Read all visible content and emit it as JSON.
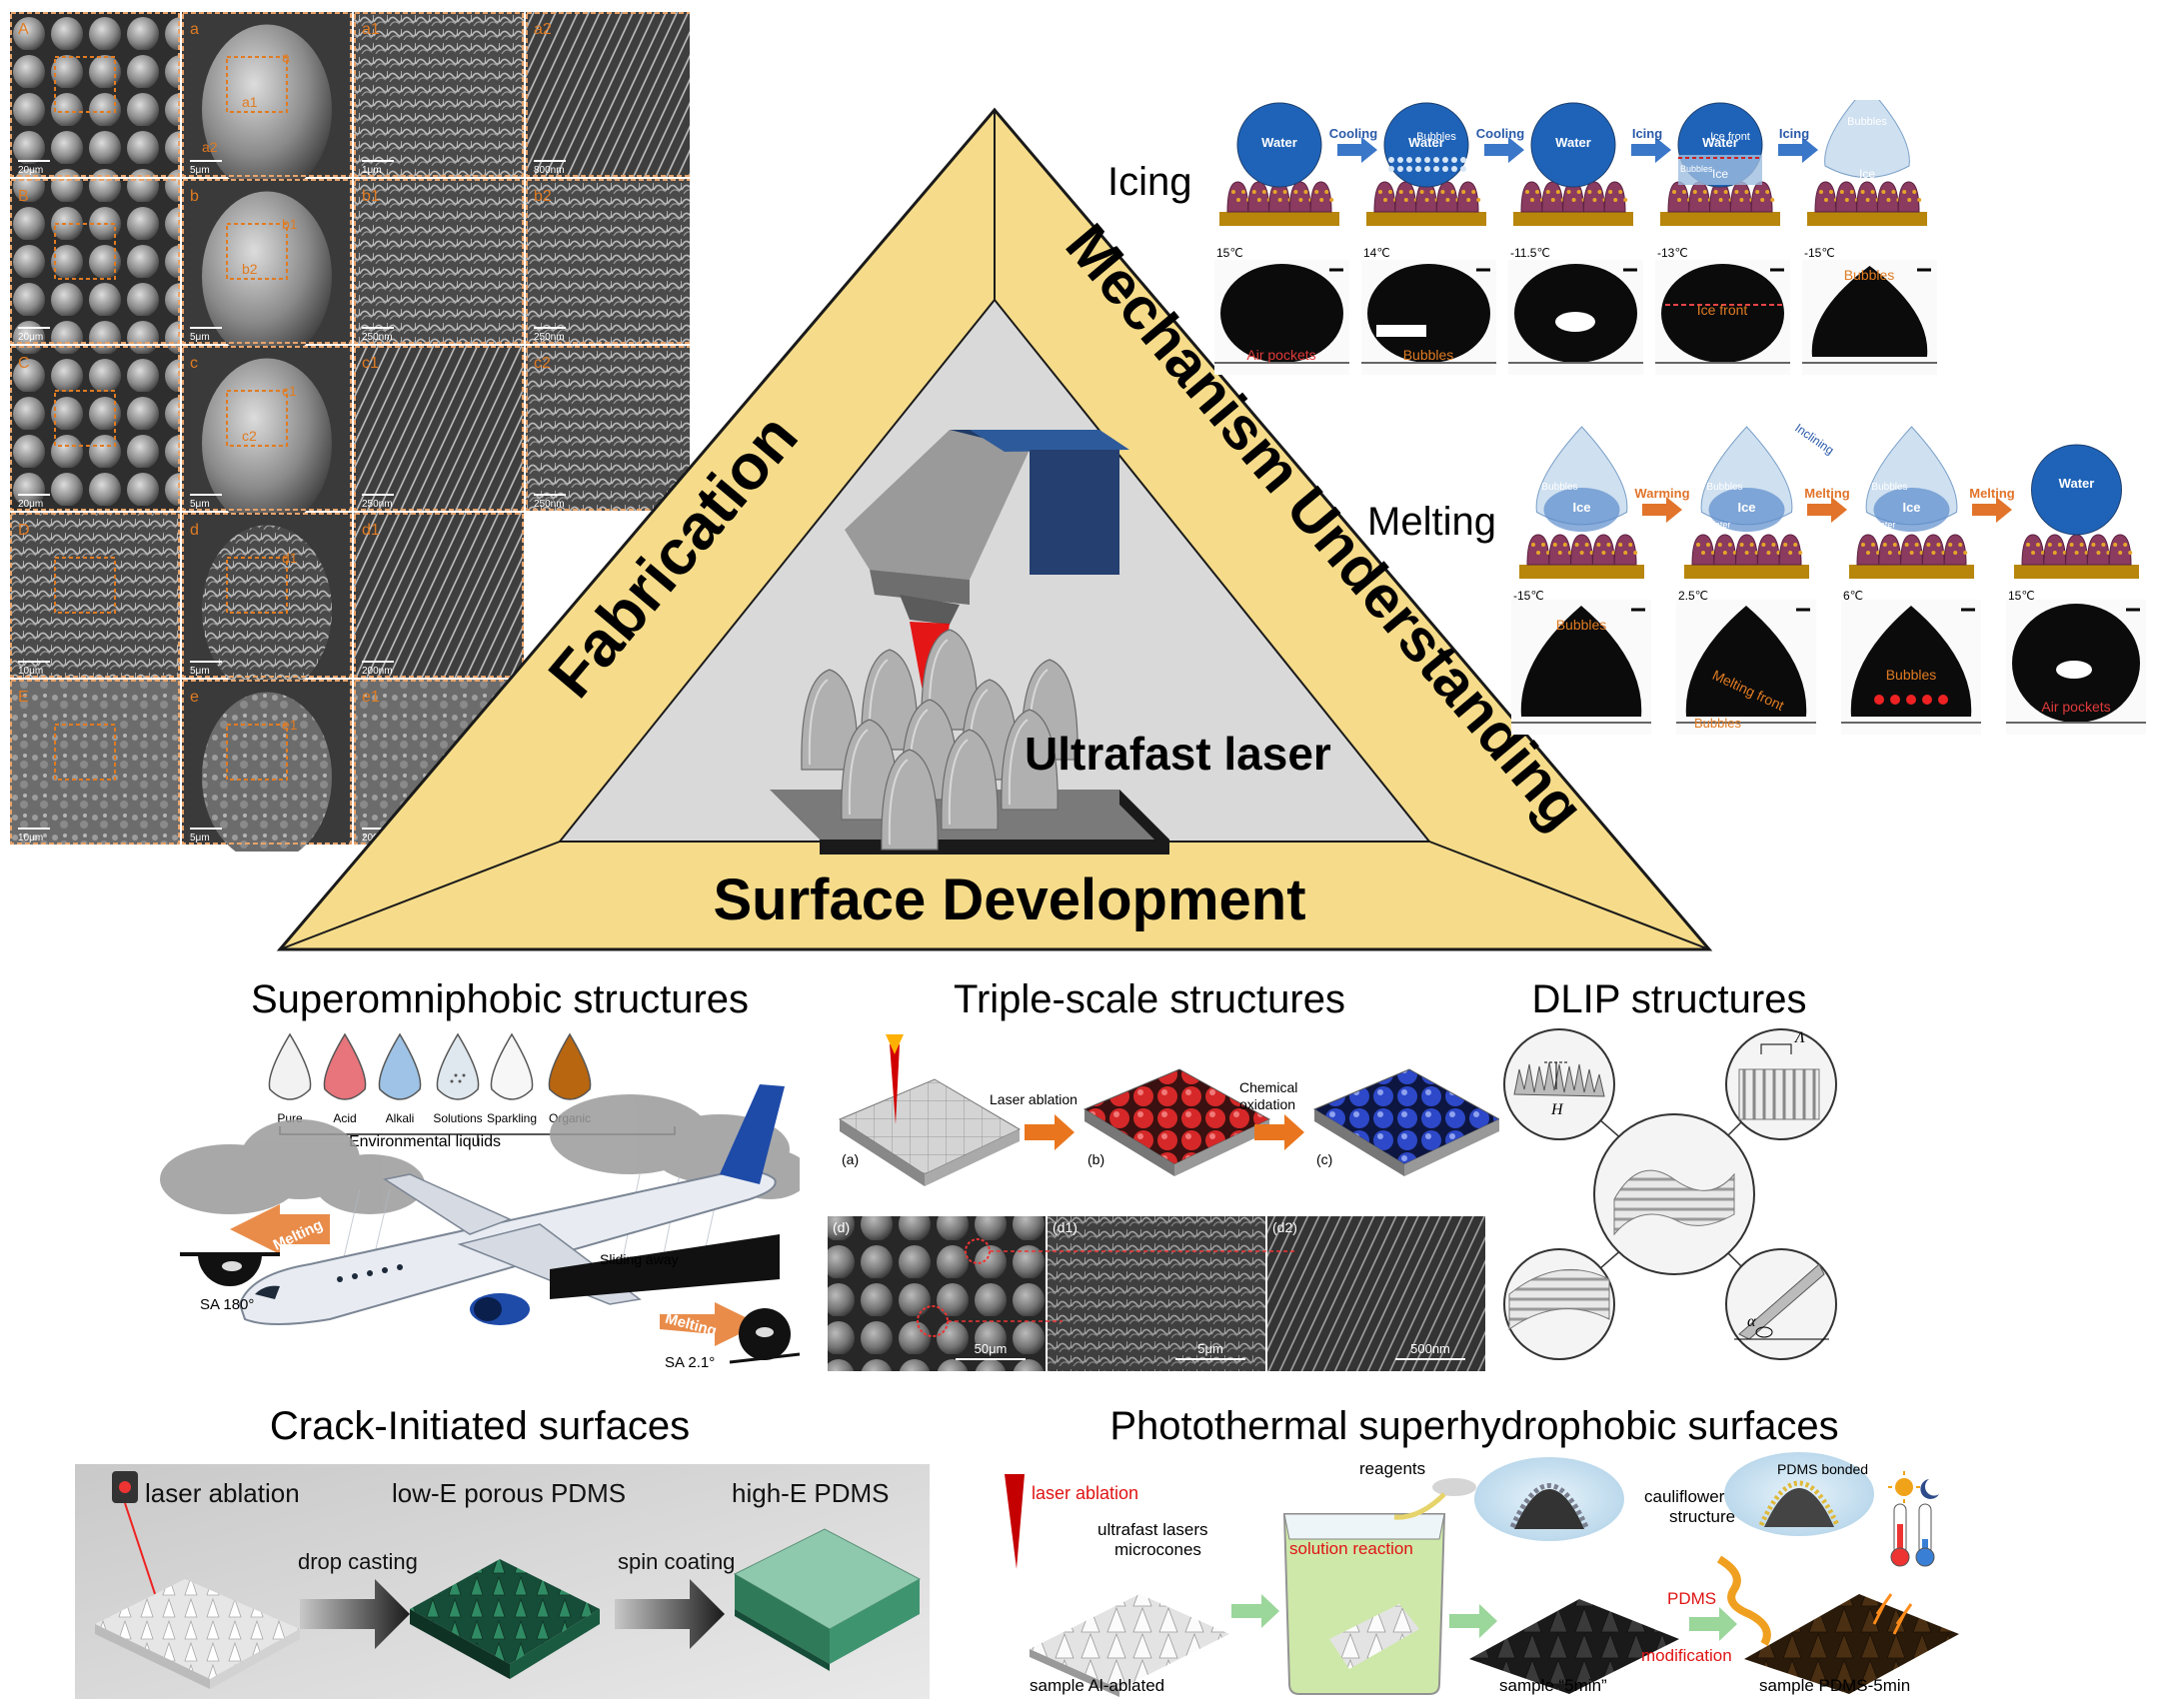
{
  "triangle": {
    "center_label": "Ultrafast laser",
    "left_side": "Fabrication",
    "right_side": "Mechanism Understanding",
    "bottom_side": "Surface Development",
    "colors": {
      "band": "#f6dc8a",
      "inner": "#d9d9d9",
      "outline": "#1a1a1a"
    }
  },
  "sem_grid": {
    "rows": [
      {
        "cells": [
          "A",
          "a",
          "a1",
          "a2"
        ],
        "scales": [
          "20μm",
          "5μm",
          "1μm",
          "800nm"
        ],
        "markers": [
          "a",
          "a1",
          "a2"
        ]
      },
      {
        "cells": [
          "B",
          "b",
          "b1",
          "b2"
        ],
        "scales": [
          "20μm",
          "5μm",
          "250nm",
          "250nm"
        ],
        "markers": [
          "b1",
          "b2"
        ]
      },
      {
        "cells": [
          "C",
          "c",
          "c1",
          "c2"
        ],
        "scales": [
          "20μm",
          "5μm",
          "250nm",
          "250nm"
        ],
        "markers": [
          "c1",
          "c2"
        ]
      },
      {
        "cells": [
          "D",
          "d",
          "d1"
        ],
        "scales": [
          "10μm",
          "5μm",
          "200nm"
        ],
        "markers": [
          "d1"
        ]
      },
      {
        "cells": [
          "E",
          "e",
          "e1"
        ],
        "scales": [
          "10μm",
          "5μm",
          "200nm"
        ],
        "markers": [
          "e1"
        ]
      }
    ],
    "colors": {
      "frame": "#e8a36a",
      "label": "#e07b22"
    }
  },
  "icing": {
    "title": "Icing",
    "arrows": [
      "Cooling",
      "Cooling",
      "Icing",
      "Icing"
    ],
    "stages": [
      {
        "top": "Water",
        "extra": ""
      },
      {
        "top": "Water",
        "extra": "Bubbles"
      },
      {
        "top": "Water",
        "extra": ""
      },
      {
        "top": "Water",
        "extra": "Ice front"
      },
      {
        "top": "",
        "extra": "Bubbles"
      }
    ],
    "stage_ice": [
      "",
      "",
      "",
      "Ice",
      "Ice"
    ],
    "stage_side": [
      "",
      "",
      "",
      "Bubbles",
      ""
    ],
    "temps": [
      "15℃",
      "14℃",
      "-11.5℃",
      "-13℃",
      "-15℃"
    ],
    "photo_labels": [
      "Air pockets",
      "Bubbles",
      "",
      "Ice front",
      "Bubbles"
    ]
  },
  "melting": {
    "title": "Melting",
    "arrows": [
      "Warming",
      "Melting",
      "Melting"
    ],
    "stages": [
      {
        "main": "Ice",
        "extra": "Bubbles",
        "extra2": ""
      },
      {
        "main": "Ice",
        "extra": "Bubbles",
        "extra2": "Water"
      },
      {
        "main": "Ice",
        "extra": "Bubbles",
        "extra2": "Water"
      },
      {
        "main": "Water",
        "extra": "",
        "extra2": ""
      }
    ],
    "inclining": "Inclining",
    "temps": [
      "-15℃",
      "2.5℃",
      "6℃",
      "15℃"
    ],
    "photo_labels": [
      "Bubbles",
      "Melting front",
      "Bubbles",
      "Air pockets"
    ],
    "photo_labels2": [
      "",
      "Bubbles",
      "",
      ""
    ]
  },
  "superomniphobic": {
    "title": "Superomniphobic structures",
    "drops": [
      "Pure",
      "Acid",
      "Alkali",
      "Solutions",
      "Sparkling",
      "Organic"
    ],
    "drop_colors": [
      "#f2f2f2",
      "#e8747c",
      "#9ec3e6",
      "#dfe8ee",
      "#f7f7f7",
      "#b8660f"
    ],
    "env_label": "Environmental liquids",
    "melting_left": "Melting",
    "melting_right": "Melting",
    "sliding": "Sliding away",
    "sa_left": "SA 180°",
    "sa_right": "SA 2.1°"
  },
  "triple_scale": {
    "title": "Triple-scale structures",
    "step1": "Laser ablation",
    "step2_line1": "Chemical",
    "step2_line2": "oxidation",
    "panels": [
      "(a)",
      "(b)",
      "(c)"
    ],
    "sem_panels": [
      "(d)",
      "(d1)",
      "(d2)"
    ],
    "sem_scales": [
      "50μm",
      "5μm",
      "500nm"
    ]
  },
  "dlip": {
    "title": "DLIP structures",
    "symbols": [
      "H",
      "Λ",
      "α"
    ]
  },
  "crack": {
    "title": "Crack-Initiated surfaces",
    "step_labels": [
      "laser ablation",
      "low-E porous PDMS",
      "high-E PDMS"
    ],
    "arrow_labels": [
      "drop casting",
      "spin coating"
    ]
  },
  "photothermal": {
    "title": "Photothermal superhydrophobic surfaces",
    "laser_ablation": "laser ablation",
    "ultrafast_lasers": "ultrafast lasers",
    "microcones": "microcones",
    "reagents": "reagents",
    "solution_reaction": "solution reaction",
    "cauliflower_line1": "cauliflower-like",
    "cauliflower_line2": "structure",
    "pdms_bonded": "PDMS bonded",
    "pdms_mod_line1": "PDMS",
    "pdms_mod_line2": "modification",
    "sample_labels": [
      "sample Al-ablated",
      "sample “5min”",
      "sample PDMS-5min"
    ]
  }
}
